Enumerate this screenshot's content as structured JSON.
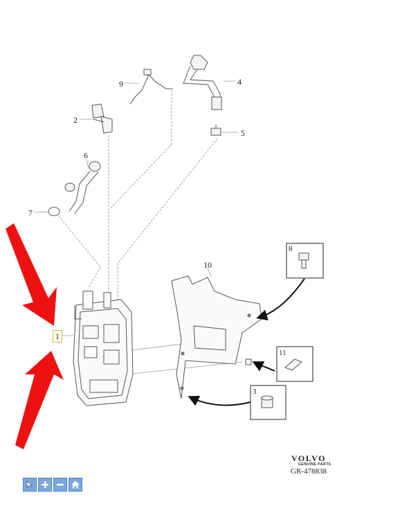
{
  "diagram": {
    "callouts": {
      "c1": "1",
      "c2": "2",
      "c3": "3",
      "c4": "4",
      "c5": "5",
      "c6": "6",
      "c7": "7",
      "c8": "8",
      "c9": "9",
      "c10": "10",
      "c11": "11"
    },
    "brand": "VOLVO",
    "brand_subtitle": "GENUINE PARTS",
    "reference": "GR-478838",
    "arrow_color": "#ee1111"
  },
  "toolbar": {
    "buttons": [
      {
        "name": "select-pointer-button",
        "icon": "pointer-icon"
      },
      {
        "name": "zoom-in-button",
        "icon": "plus-icon"
      },
      {
        "name": "zoom-out-button",
        "icon": "minus-icon"
      },
      {
        "name": "home-button",
        "icon": "home-icon"
      }
    ]
  }
}
